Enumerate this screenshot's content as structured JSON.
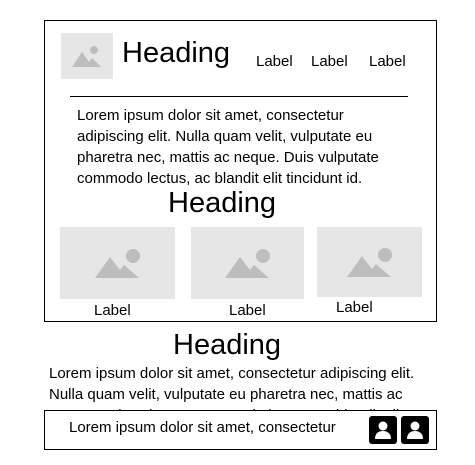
{
  "card": {
    "heading": "Heading",
    "nav_labels": [
      "Label",
      "Label",
      "Label"
    ],
    "paragraph": "Lorem ipsum dolor sit amet, consectetur adipiscing elit. Nulla quam velit, vulputate eu pharetra nec, mattis ac neque. Duis vulputate commodo lectus, ac blandit elit tincidunt id.",
    "section_heading": "Heading",
    "gallery_labels": [
      "Label",
      "Label",
      "Label"
    ]
  },
  "section": {
    "heading": "Heading",
    "paragraph": "Lorem ipsum dolor sit amet, consectetur adipiscing elit. Nulla quam velit, vulputate eu pharetra nec, mattis ac neque. Duis vulputate commodo lectus, ac blandit elit tincidunt id."
  },
  "bottom_bar": {
    "text": "Lorem ipsum dolor sit amet, consectetur"
  },
  "icons": {
    "image_placeholder": "image-icon",
    "avatar": "user-avatar-icon"
  },
  "colors": {
    "placeholder_bg": "#e6e6e6",
    "placeholder_icon": "#bdbdbd",
    "border": "#000000"
  }
}
